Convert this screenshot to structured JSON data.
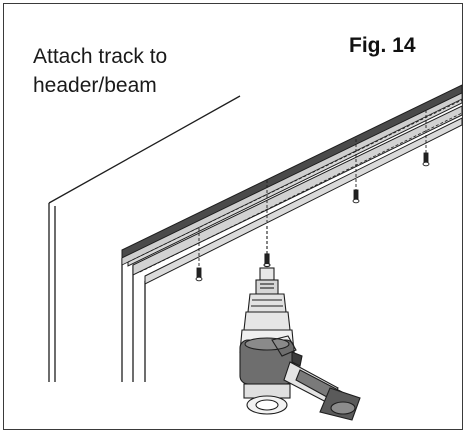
{
  "caption": {
    "instruction": "Attach track to header/beam",
    "figure": "Fig. 14"
  },
  "illustration": {
    "components": [
      "door-opening",
      "track",
      "screws",
      "cordless-drill"
    ],
    "colors": {
      "line": "#1e1e1e",
      "track_fill": "#d6d6d6",
      "track_dark": "#4a4a4a",
      "drill_grip": "#6e6e6e",
      "drill_body": "#e2e2e2"
    }
  }
}
